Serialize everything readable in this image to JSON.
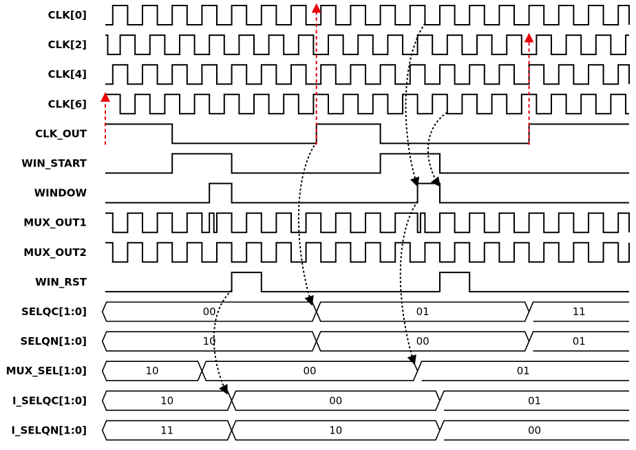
{
  "t_end": 36,
  "signals": [
    {
      "name": "CLK[0]",
      "type": "digital",
      "initial": 0,
      "edges": [
        0.5,
        1.5,
        2.5,
        3.5,
        4.5,
        5.5,
        6.5,
        7.5,
        8.5,
        9.5,
        10.5,
        11.5,
        12.5,
        13.5,
        14.5,
        15.5,
        16.5,
        17.5,
        18.5,
        19.5,
        20.5,
        21.5,
        22.5,
        23.5,
        24.5,
        25.5,
        26.5,
        27.5,
        28.5,
        29.5,
        30.5,
        31.5,
        32.5,
        33.5,
        34.5,
        35.5
      ]
    },
    {
      "name": "CLK[2]",
      "type": "digital",
      "initial": 1,
      "edges": [
        0.16,
        1,
        2,
        3,
        4,
        5,
        6,
        7,
        8,
        9,
        10,
        11,
        12,
        13,
        14,
        15,
        16,
        17,
        18,
        19,
        20,
        21,
        22,
        23,
        24,
        25,
        26,
        27,
        28,
        29,
        30,
        31,
        32,
        33,
        34,
        35
      ]
    },
    {
      "name": "CLK[4]",
      "type": "digital",
      "initial": 0,
      "edges": [
        0.5,
        1.5,
        2.5,
        3.5,
        4.5,
        5.5,
        6.5,
        7.5,
        8.5,
        9.5,
        10.5,
        11.5,
        12.5,
        13.5,
        14.5,
        15.5,
        16.5,
        17.5,
        18.5,
        19.5,
        20.5,
        21.5,
        22.5,
        23.5,
        24.5,
        25.5,
        26.5,
        27.5,
        28.5,
        29.5,
        30.5,
        31.5,
        32.5,
        33.5,
        34.5,
        35.5
      ]
    },
    {
      "name": "CLK[6]",
      "type": "digital",
      "initial": 1,
      "edges": [
        1,
        2,
        3,
        4,
        5,
        6,
        7,
        8,
        9,
        10,
        11,
        12,
        13,
        14,
        15,
        16,
        17,
        18,
        19,
        20,
        21,
        22,
        23,
        24,
        25,
        26,
        27,
        28,
        29,
        30,
        31,
        32,
        33,
        34,
        35
      ]
    },
    {
      "name": "CLK_OUT",
      "type": "digital",
      "initial": 1,
      "edges": [
        4.5,
        14.2,
        18.5,
        28.5
      ]
    },
    {
      "name": "WIN_START",
      "type": "digital",
      "initial": 0,
      "edges": [
        4.5,
        8.5,
        18.5,
        22.5
      ]
    },
    {
      "name": "WINDOW",
      "type": "digital",
      "initial": 0,
      "edges": [
        7,
        8.5,
        21,
        22.5
      ]
    },
    {
      "name": "MUX_OUT1",
      "type": "digital",
      "initial": 1,
      "edges": [
        0.5,
        1.5,
        2.5,
        3.5,
        4.5,
        5.5,
        6.5,
        7,
        7.3,
        7.5,
        8.5,
        9.5,
        10.5,
        11.5,
        12.5,
        13.5,
        14.5,
        15.5,
        16.5,
        17.5,
        18.5,
        19.5,
        21,
        21.2,
        21.5,
        22.5,
        23.5,
        24.5,
        25.5,
        26.5,
        27.5,
        28.5,
        29.5,
        30.5,
        31.5,
        32.5,
        33.5,
        34.5,
        35.5
      ]
    },
    {
      "name": "MUX_OUT2",
      "type": "digital",
      "initial": 1,
      "edges": [
        0.5,
        1.5,
        2.5,
        3.5,
        4.5,
        5.5,
        6.5,
        7.5,
        8.5,
        9.5,
        10.5,
        11.5,
        12.5,
        13.5,
        14.5,
        15.5,
        16.5,
        17.5,
        18.5,
        19.5,
        20.5,
        21.5,
        22.5,
        23.5,
        24.5,
        25.5,
        26.5,
        27.5,
        28.5,
        29.5,
        30.5,
        31.5,
        32.5,
        33.5,
        34.5,
        35.5
      ]
    },
    {
      "name": "WIN_RST",
      "type": "digital",
      "initial": 0,
      "edges": [
        8.5,
        10.5,
        22.5,
        24.5
      ]
    },
    {
      "name": "SELQC[1:0]",
      "type": "bus",
      "segments": [
        {
          "start": -0.2,
          "end": 14.2,
          "value": "00"
        },
        {
          "start": 14.2,
          "end": 28.5,
          "value": "01"
        },
        {
          "start": 28.5,
          "end": 36,
          "value": "11"
        }
      ]
    },
    {
      "name": "SELQN[1:0]",
      "type": "bus",
      "segments": [
        {
          "start": -0.2,
          "end": 14.2,
          "value": "10"
        },
        {
          "start": 14.2,
          "end": 28.5,
          "value": "00"
        },
        {
          "start": 28.5,
          "end": 36,
          "value": "01"
        }
      ]
    },
    {
      "name": "MUX_SEL[1:0]",
      "type": "bus",
      "segments": [
        {
          "start": -0.2,
          "end": 6.5,
          "value": "10"
        },
        {
          "start": 6.5,
          "end": 21,
          "value": "00"
        },
        {
          "start": 21,
          "end": 36,
          "value": "01"
        }
      ]
    },
    {
      "name": "I_SELQC[1:0]",
      "type": "bus",
      "segments": [
        {
          "start": -0.2,
          "end": 8.5,
          "value": "10"
        },
        {
          "start": 8.5,
          "end": 22.5,
          "value": "00"
        },
        {
          "start": 22.5,
          "end": 36,
          "value": "01"
        }
      ]
    },
    {
      "name": "I_SELQN[1:0]",
      "type": "bus",
      "segments": [
        {
          "start": -0.2,
          "end": 8.5,
          "value": "11"
        },
        {
          "start": 8.5,
          "end": 22.5,
          "value": "10"
        },
        {
          "start": 22.5,
          "end": 36,
          "value": "00"
        }
      ]
    }
  ],
  "markers": [
    {
      "t": 0,
      "from": "CLK[6]",
      "to": "CLK_OUT"
    },
    {
      "t": 14.2,
      "from": "CLK[0]",
      "to": "CLK_OUT"
    },
    {
      "t": 28.5,
      "from": "CLK[2]",
      "to": "CLK_OUT"
    }
  ],
  "dependencies": [
    {
      "from_signal": "CLK_OUT",
      "from_t": 14.2,
      "to_signal": "SELQC[1:0]",
      "to_t": 13.9
    },
    {
      "from_signal": "CLK[0]",
      "from_t": 21.5,
      "to_signal": "WINDOW",
      "to_t": 21
    },
    {
      "from_signal": "CLK[6]",
      "from_t": 23,
      "to_signal": "WINDOW",
      "to_t": 22.5
    },
    {
      "from_signal": "WIN_RST",
      "from_t": 8.5,
      "to_signal": "I_SELQC[1:0]",
      "to_t": 8.2
    },
    {
      "from_signal": "WINDOW",
      "from_t": 21,
      "to_signal": "MUX_SEL[1:0]",
      "to_t": 20.8
    }
  ],
  "colors": {
    "wave": "#000000",
    "marker": "#e8000b"
  }
}
